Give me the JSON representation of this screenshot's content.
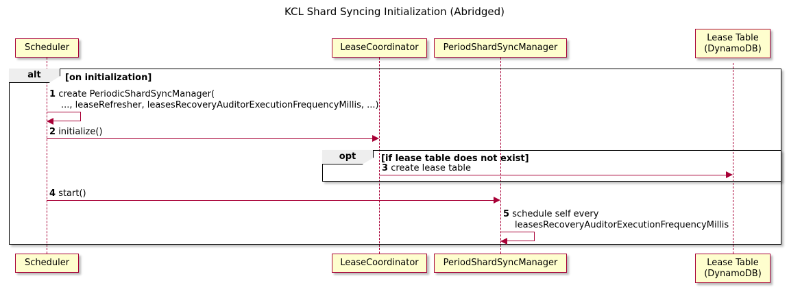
{
  "diagram": {
    "title": "KCL Shard Syncing Initialization (Abridged)",
    "type": "sequence-diagram",
    "accent_color": "#A80036",
    "participant_fill": "#FEFECE",
    "frame_border_color": "#000000",
    "frame_tab_fill": "#EEEEEE"
  },
  "participants": [
    {
      "id": "scheduler",
      "line1": "Scheduler",
      "line2": ""
    },
    {
      "id": "lease-coordinator",
      "line1": "LeaseCoordinator",
      "line2": ""
    },
    {
      "id": "period-shard-sync-manager",
      "line1": "PeriodShardSyncManager",
      "line2": ""
    },
    {
      "id": "lease-table",
      "line1": "Lease Table",
      "line2": "(DynamoDB)"
    }
  ],
  "fragments": [
    {
      "id": "alt",
      "label": "alt",
      "guard": "[on initialization]"
    },
    {
      "id": "opt",
      "label": "opt",
      "guard": "[if lease table does not exist]"
    }
  ],
  "messages": [
    {
      "num": "1",
      "from": "scheduler",
      "to": "scheduler",
      "kind": "self",
      "text_line1": "create PeriodicShardSyncManager(",
      "text_line2": "..., leaseRefresher, leasesRecoveryAuditorExecutionFrequencyMillis, ...)"
    },
    {
      "num": "2",
      "from": "scheduler",
      "to": "lease-coordinator",
      "kind": "sync",
      "text_line1": "initialize()",
      "text_line2": ""
    },
    {
      "num": "3",
      "from": "lease-coordinator",
      "to": "lease-table",
      "kind": "sync",
      "text_line1": "create lease table",
      "text_line2": ""
    },
    {
      "num": "4",
      "from": "scheduler",
      "to": "period-shard-sync-manager",
      "kind": "sync",
      "text_line1": "start()",
      "text_line2": ""
    },
    {
      "num": "5",
      "from": "period-shard-sync-manager",
      "to": "period-shard-sync-manager",
      "kind": "self",
      "text_line1": "schedule self every",
      "text_line2": "leasesRecoveryAuditorExecutionFrequencyMillis"
    }
  ]
}
